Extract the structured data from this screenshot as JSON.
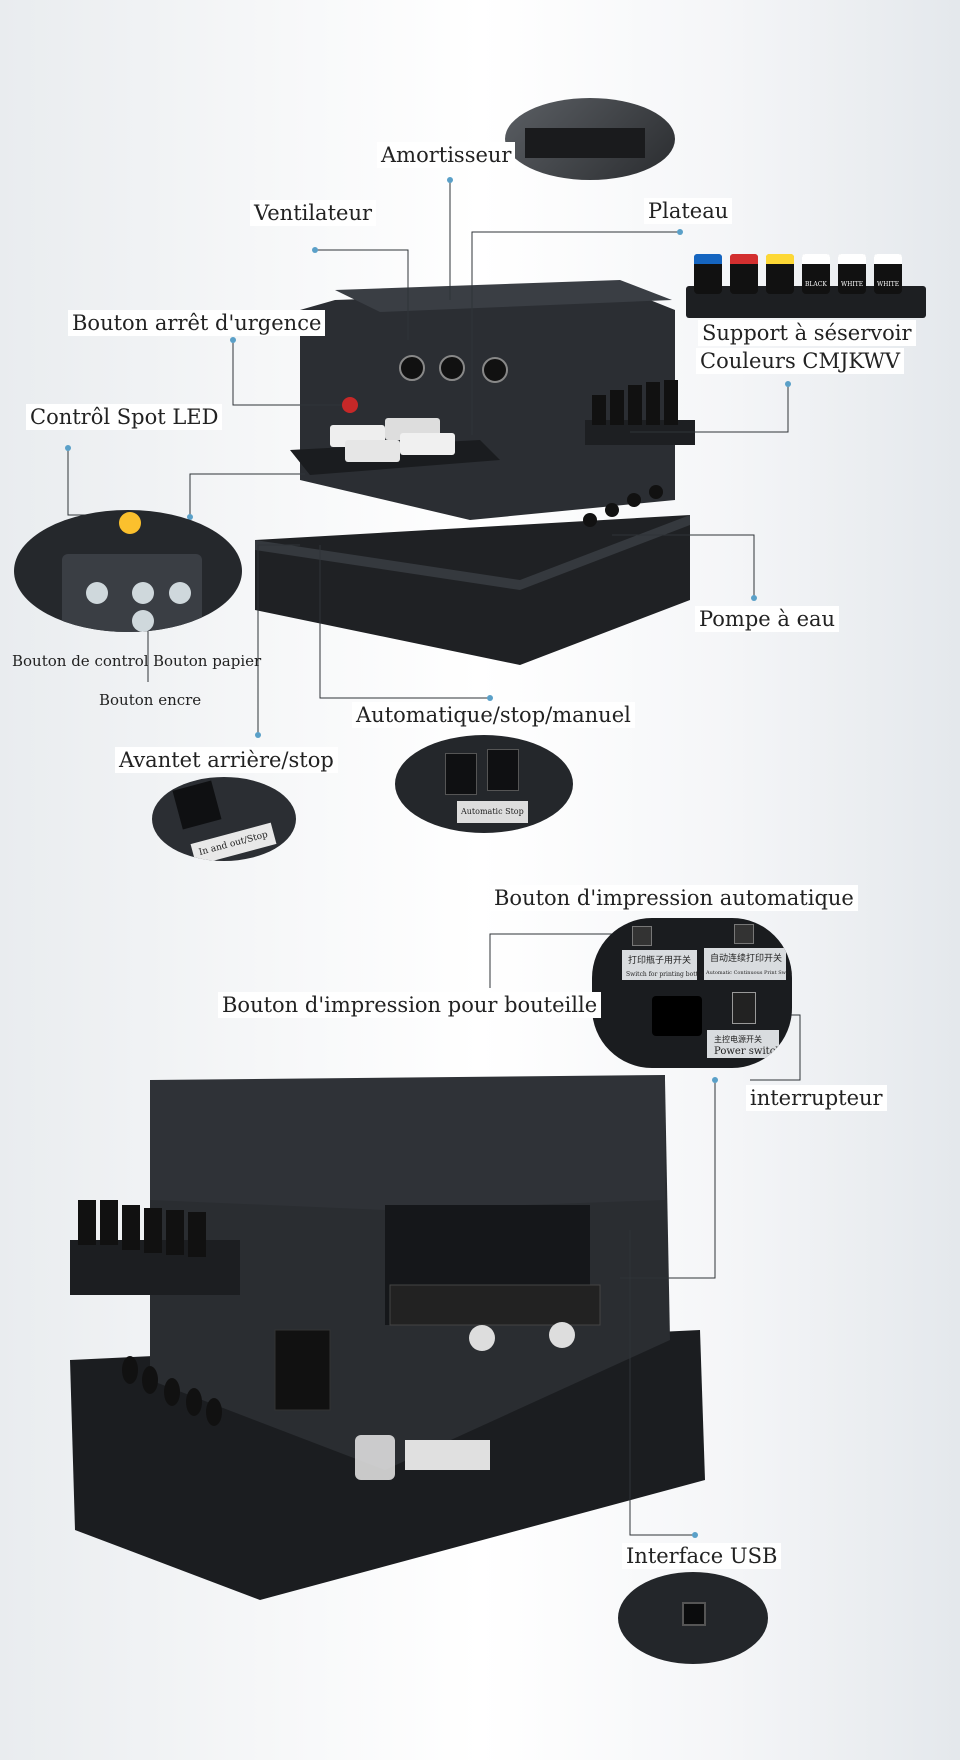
{
  "labels": {
    "amortisseur": "Amortisseur",
    "ventilateur": "Ventilateur",
    "plateau": "Plateau",
    "bouton_arret": "Bouton arrêt d'urgence",
    "support_line1": "Support à séservoir",
    "support_line2": "Couleurs CMJKWV",
    "controle_led": "Contrôl Spot LED",
    "bouton_control": "Bouton de control",
    "bouton_papier": "Bouton papier",
    "bouton_encre": "Bouton encre",
    "pompe": "Pompe à eau",
    "auto_stop": "Automatique/stop/manuel",
    "avant_arriere": "Avantet arrière/stop",
    "impression_auto": "Bouton d'impression automatique",
    "impression_bouteille": "Bouton d'impression pour bouteille",
    "interrupteur": "interrupteur",
    "usb": "Interface USB"
  },
  "photo_text": {
    "ink_caps": [
      "BLACK",
      "WHITE",
      "WHITE"
    ],
    "in_out_stop": "In and out/Stop",
    "automatic_stop": "Automatic Stop",
    "switch_bottle_cn": "打印瓶子用开关",
    "switch_bottle_en": "Switch for printing bottle",
    "auto_print_cn": "自动连续打印开关",
    "auto_print_en": "Automatic Continuous Print Switch",
    "power_cn": "主控电源开关",
    "power_en": "Power switch"
  },
  "colors": {
    "line": "#2f3438",
    "dot": "#5aa0c8",
    "printer_body": "#2a2d31",
    "printer_dark": "#1c1e21"
  }
}
